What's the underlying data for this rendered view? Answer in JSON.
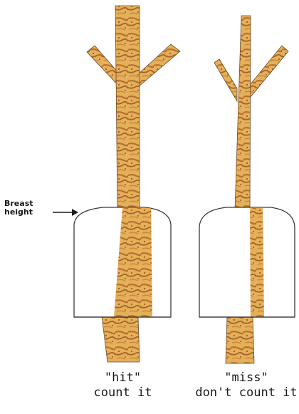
{
  "labels": {
    "breast_height": "Breast\nheight",
    "hit_title": "\"hit\"",
    "hit_sub": "count it",
    "miss_title": "\"miss\"",
    "miss_sub": "don't count it"
  },
  "colors": {
    "bark_light": "#e6b45a",
    "bark_dark": "#b9702c",
    "outline": "#3a3a3a",
    "ink": "#1a1a1a"
  }
}
